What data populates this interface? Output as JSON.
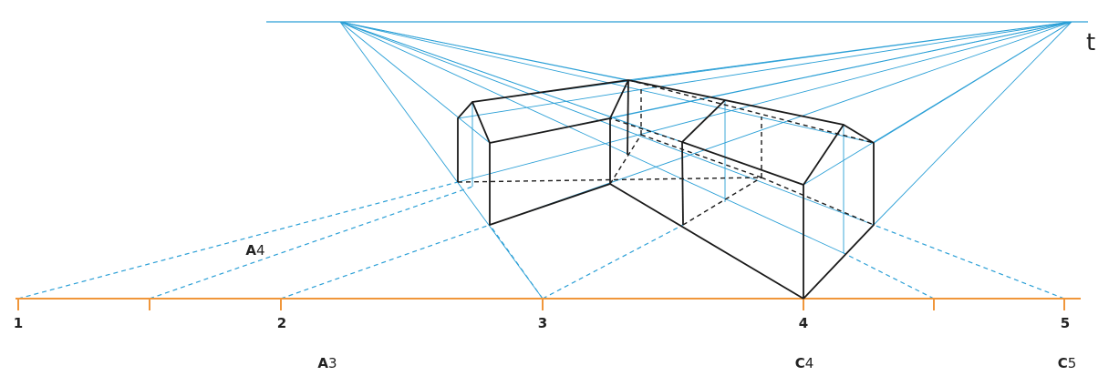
{
  "title_marker": "t",
  "ground_numbers": [
    "1",
    "2",
    "3",
    "4",
    "5"
  ],
  "labels": [
    {
      "letter": "A",
      "digit": "4"
    },
    {
      "letter": "A",
      "digit": "3"
    },
    {
      "letter": "C",
      "digit": "4"
    },
    {
      "letter": "C",
      "digit": "5"
    }
  ],
  "colors": {
    "construction": "#2a9fd6",
    "ground_line": "#f0963a",
    "edges": "#1a1a1a"
  }
}
